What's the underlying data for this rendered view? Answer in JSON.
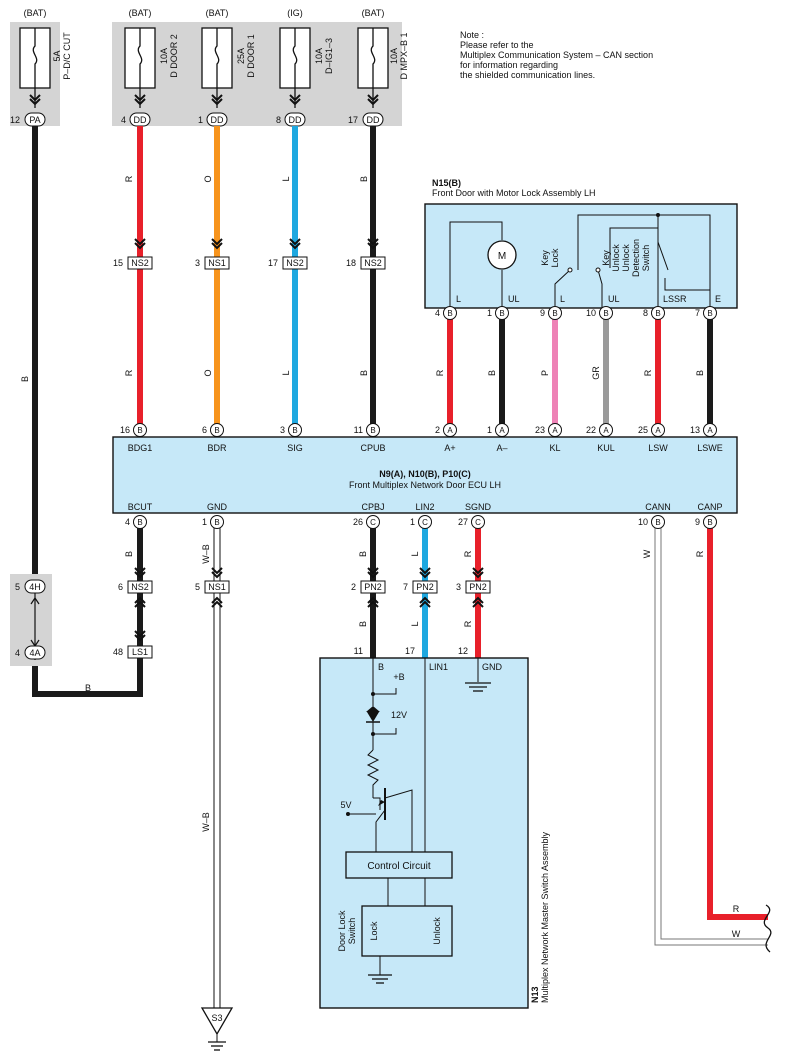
{
  "note": {
    "title": "Note :",
    "lines": [
      "Please refer to the",
      "Multiplex Communication System – CAN section",
      "for information regarding",
      "the shielded communication lines."
    ]
  },
  "fuses": [
    {
      "source": "(BAT)",
      "rating": "5A",
      "name": "P–D/C CUT",
      "pin": "12",
      "conn": "PA"
    },
    {
      "source": "(BAT)",
      "rating": "10A",
      "name": "D DOOR 2",
      "pin": "4",
      "conn": "DD"
    },
    {
      "source": "(BAT)",
      "rating": "25A",
      "name": "D DOOR 1",
      "pin": "1",
      "conn": "DD"
    },
    {
      "source": "(IG)",
      "rating": "10A",
      "name": "D–IG1–3",
      "pin": "8",
      "conn": "DD"
    },
    {
      "source": "(BAT)",
      "rating": "10A",
      "name": "D MPX–B 1",
      "pin": "17",
      "conn": "DD"
    }
  ],
  "wire_colors": {
    "R": "#e8202a",
    "O": "#f7941d",
    "L": "#1ea8e0",
    "B": "#1a1a1a",
    "P": "#ee82b6",
    "GR": "#9a9a9a",
    "W": "#ffffff",
    "WB": "#ffffff"
  },
  "upper_wires": [
    {
      "color_code": "R",
      "junction_pin": "15",
      "junction": "NS2",
      "ecu_pin": "16",
      "ecu_conn": "B",
      "signal": "BDG1"
    },
    {
      "color_code": "O",
      "junction_pin": "3",
      "junction": "NS1",
      "ecu_pin": "6",
      "ecu_conn": "B",
      "signal": "BDR"
    },
    {
      "color_code": "L",
      "junction_pin": "17",
      "junction": "NS2",
      "ecu_pin": "3",
      "ecu_conn": "B",
      "signal": "SIG"
    },
    {
      "color_code": "B",
      "junction_pin": "18",
      "junction": "NS2",
      "ecu_pin": "11",
      "ecu_conn": "B",
      "signal": "CPUB"
    }
  ],
  "door_lock": {
    "code": "N15(B)",
    "name": "Front Door with Motor Lock Assembly LH",
    "motor": "M",
    "key_lock": [
      "Key",
      "Lock"
    ],
    "key_unlock": [
      "Key",
      "Unlock"
    ],
    "detection": [
      "Unlock",
      "Detection",
      "Switch"
    ],
    "pins": [
      {
        "term": "L",
        "pin": "4",
        "conn": "B",
        "color_code": "R",
        "ecu_pin": "2",
        "ecu_conn": "A",
        "signal": "A+"
      },
      {
        "term": "UL",
        "pin": "1",
        "conn": "B",
        "color_code": "B",
        "ecu_pin": "1",
        "ecu_conn": "A",
        "signal": "A–"
      },
      {
        "term": "L",
        "pin": "9",
        "conn": "B",
        "color_code": "P",
        "ecu_pin": "23",
        "ecu_conn": "A",
        "signal": "KL"
      },
      {
        "term": "UL",
        "pin": "10",
        "conn": "B",
        "color_code": "GR",
        "ecu_pin": "22",
        "ecu_conn": "A",
        "signal": "KUL"
      },
      {
        "term": "LSSR",
        "pin": "8",
        "conn": "B",
        "color_code": "R",
        "ecu_pin": "25",
        "ecu_conn": "A",
        "signal": "LSW"
      },
      {
        "term": "E",
        "pin": "7",
        "conn": "B",
        "color_code": "B",
        "ecu_pin": "13",
        "ecu_conn": "A",
        "signal": "LSWE"
      }
    ]
  },
  "ecu": {
    "code": "N9(A), N10(B), P10(C)",
    "name": "Front Multiplex Network Door ECU LH"
  },
  "lower_pins": [
    {
      "signal": "BCUT",
      "pin": "4",
      "conn": "B"
    },
    {
      "signal": "GND",
      "pin": "1",
      "conn": "B"
    },
    {
      "signal": "CPBJ",
      "pin": "26",
      "conn": "C"
    },
    {
      "signal": "LIN2",
      "pin": "1",
      "conn": "C"
    },
    {
      "signal": "SGND",
      "pin": "27",
      "conn": "C"
    },
    {
      "signal": "CANN",
      "pin": "10",
      "conn": "B"
    },
    {
      "signal": "CANP",
      "pin": "9",
      "conn": "B"
    }
  ],
  "lower_wire_labels": {
    "bcut": "B",
    "gnd": "W–B",
    "cpbj": "B",
    "lin2": "L",
    "sgnd": "R",
    "cann": "W",
    "canp": "R"
  },
  "junctions_lower": [
    {
      "pin": "6",
      "name": "NS2"
    },
    {
      "pin": "5",
      "name": "NS1"
    },
    {
      "pin": "2",
      "name": "PN2"
    },
    {
      "pin": "7",
      "name": "PN2"
    },
    {
      "pin": "3",
      "name": "PN2"
    },
    {
      "pin": "48",
      "name": "LS1"
    }
  ],
  "left_connectors": [
    {
      "pin": "5",
      "conn": "4H"
    },
    {
      "pin": "4",
      "conn": "4A"
    }
  ],
  "left_wire_label": "B",
  "bottom_wire_label": "B",
  "ground_point": "S3",
  "can_labels": {
    "top": "R",
    "bottom": "W"
  },
  "switch_assy": {
    "code": "N13",
    "name": "Multiplex Network Master Switch Assembly",
    "pins": [
      {
        "pin": "11",
        "label": "B"
      },
      {
        "pin": "17",
        "label": "LIN1"
      },
      {
        "pin": "12",
        "label": "GND"
      }
    ],
    "plus_b": "+B",
    "v12": "12V",
    "v5": "5V",
    "control": "Control Circuit",
    "door_lock_switch": [
      "Door Lock",
      "Switch"
    ],
    "lock": "Lock",
    "unlock": "Unlock"
  }
}
